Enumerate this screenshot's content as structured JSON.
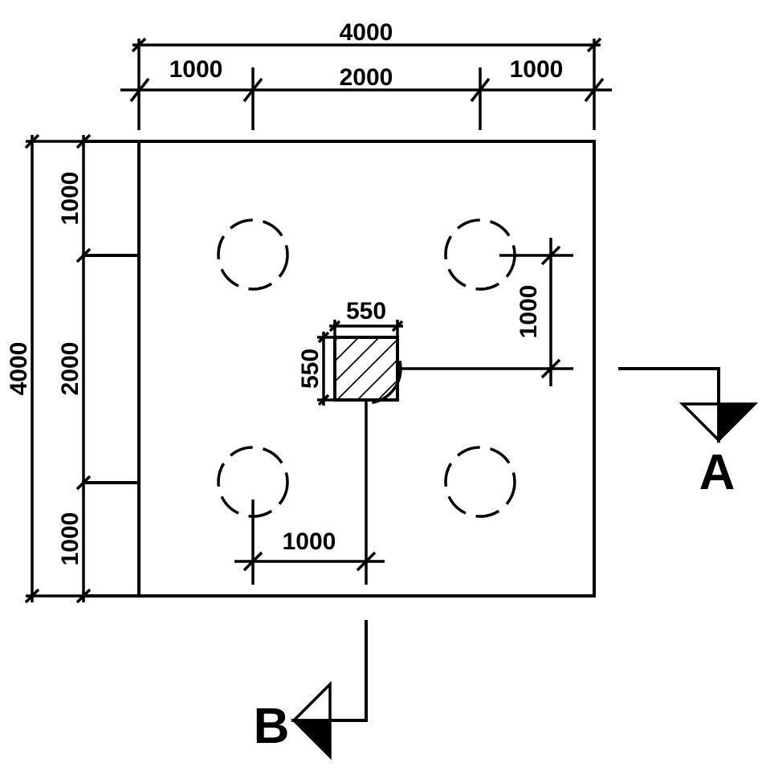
{
  "dimensions": {
    "top_total": "4000",
    "top_left": "1000",
    "top_middle": "2000",
    "top_right": "1000",
    "left_total": "4000",
    "left_top": "1000",
    "left_middle": "2000",
    "left_bottom": "1000",
    "column_width": "550",
    "column_height": "550",
    "pile_offset_vertical": "1000",
    "pile_offset_horizontal": "1000"
  },
  "sections": {
    "a": "A",
    "b": "B"
  },
  "colors": {
    "line": "#000000",
    "background": "#ffffff"
  }
}
